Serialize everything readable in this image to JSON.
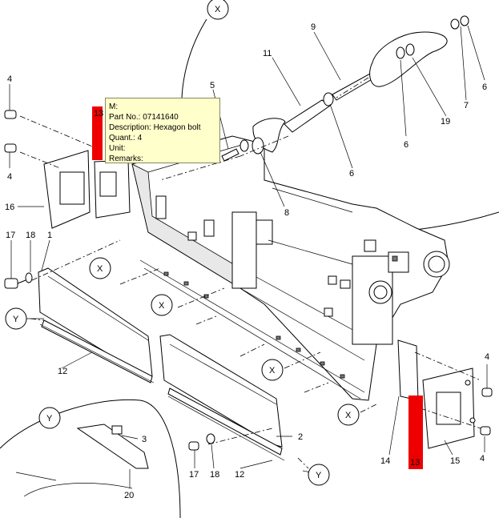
{
  "diagram": {
    "view_markers": [
      "X",
      "Y"
    ],
    "hotspot_label": "13",
    "labels": {
      "l4a": "4",
      "l4b": "4",
      "l16": "16",
      "l17a": "17",
      "l18a": "18",
      "l1": "1",
      "l5": "5",
      "l11": "11",
      "l9": "9",
      "l6a": "6",
      "l6b": "6",
      "l6c": "6",
      "l7": "7",
      "l19": "19",
      "l8": "8",
      "l12a": "12",
      "l12b": "12",
      "l2": "2",
      "l17b": "17",
      "l18b": "18",
      "l14": "14",
      "l15": "15",
      "l4c": "4",
      "l4d": "4",
      "l3": "3",
      "l20": "20",
      "l13a": "13",
      "l13b": "13"
    },
    "markers": {
      "mx1": "X",
      "mx2": "X",
      "mx3": "X",
      "mx4": "X",
      "mx5": "X",
      "my1": "Y",
      "my2": "Y",
      "my3": "Y"
    }
  },
  "tooltip": {
    "line1": "M:",
    "line2": "Part No.: 07141640",
    "line3": "Description: Hexagon bolt",
    "line4": "Quant.: 4",
    "line5": "Unit:",
    "line6": "Remarks:"
  }
}
